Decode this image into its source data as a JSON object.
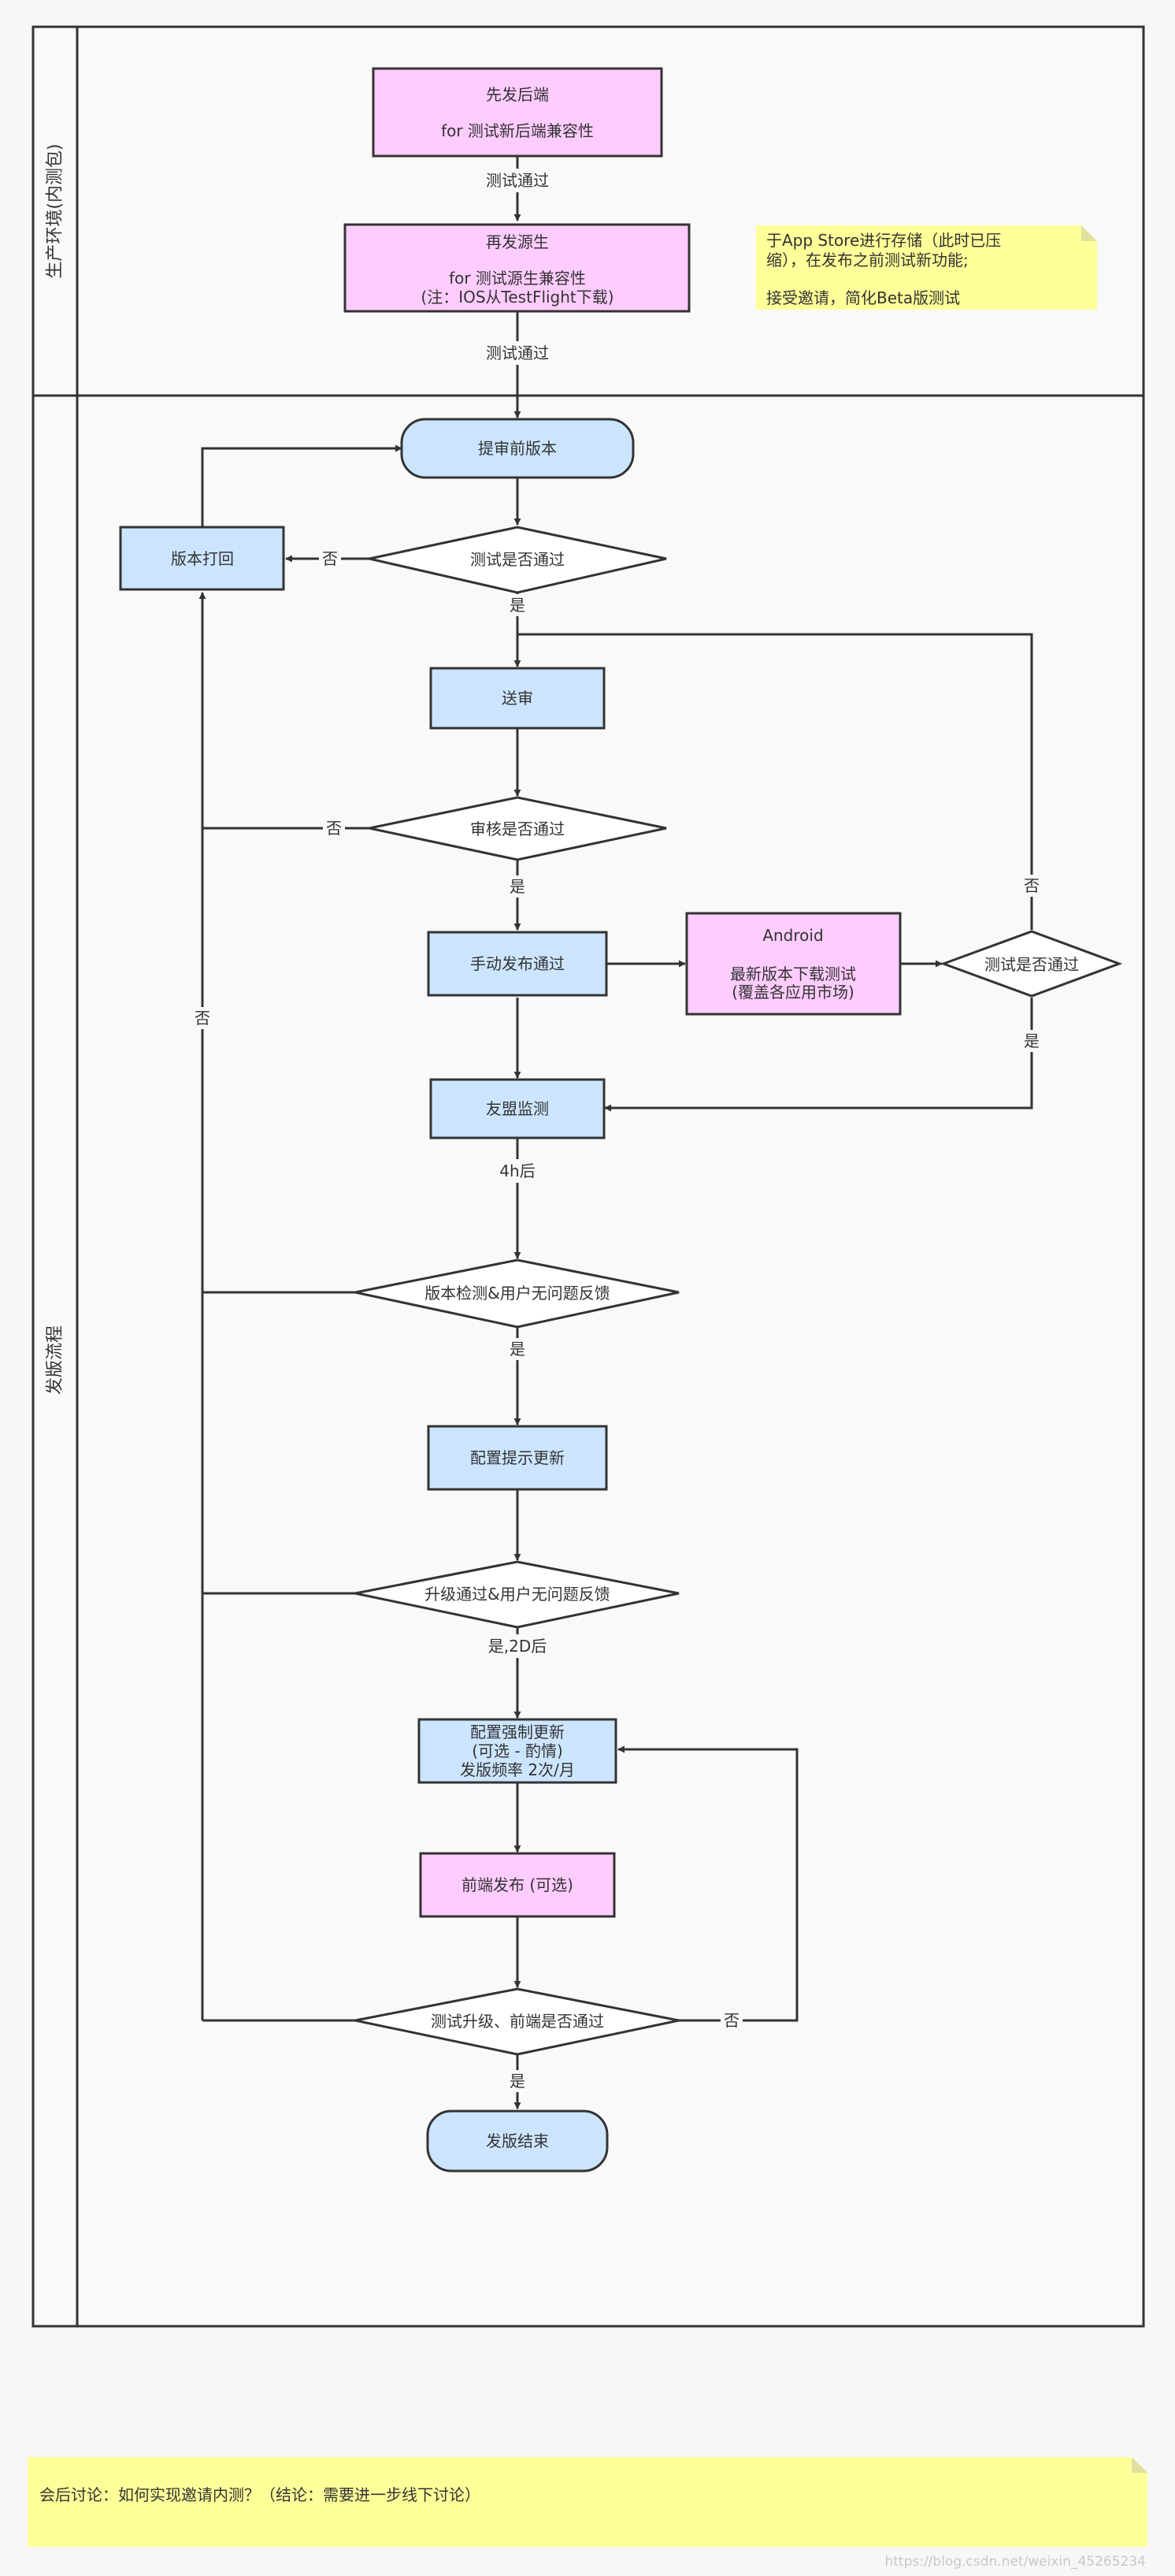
{
  "lanes": {
    "production": "生产环境(内测包)",
    "release": "发版流程"
  },
  "nodes": {
    "backend_first": [
      "先发后端",
      "",
      "for 测试新后端兼容性"
    ],
    "native_next": [
      "再发源生",
      "",
      "for 测试源生兼容性",
      "(注：IOS从TestFlight下载)"
    ],
    "pre_review": "提审前版本",
    "rollback": "版本打回",
    "test_pass_q": "测试是否通过",
    "submit_review": "送审",
    "review_pass_q": "审核是否通过",
    "manual_release": "手动发布通过",
    "android": [
      "Android",
      "",
      "最新版本下载测试",
      "(覆盖各应用市场)"
    ],
    "test_pass_q2": "测试是否通过",
    "umeng_monitor": "友盟监测",
    "version_check_q": "版本检测&用户无问题反馈",
    "config_update_prompt": "配置提示更新",
    "upgrade_pass_q": "升级通过&用户无问题反馈",
    "config_force_update": [
      "配置强制更新",
      "(可选 - 酌情)",
      "发版频率 2次/月"
    ],
    "frontend_release": "前端发布 (可选)",
    "frontend_test_q": "测试升级、前端是否通过",
    "end": "发版结束"
  },
  "labels": {
    "test_passed_1": "测试通过",
    "test_passed_2": "测试通过",
    "no_1": "否",
    "yes_1": "是",
    "no_2": "否",
    "yes_2": "是",
    "no_right": "否",
    "yes_right": "是",
    "no_left": "否",
    "after_4h": "4h后",
    "yes_3": "是",
    "yes_2d": "是,2D后",
    "no_bottom": "否",
    "yes_end": "是"
  },
  "notes": {
    "appstore": [
      "于App Store进行存储（此时已压",
      "缩），在发布之前测试新功能;",
      "",
      "接受邀请，简化Beta版测试"
    ],
    "meeting": "会后讨论：如何实现邀请内测？（结论：需要进一步线下讨论）"
  },
  "watermark": "https://blog.csdn.net/weixin_45265234",
  "colors": {
    "pink": "#ffccff",
    "blue": "#cce5ff",
    "note": "#ffff99",
    "line": "#333333"
  }
}
